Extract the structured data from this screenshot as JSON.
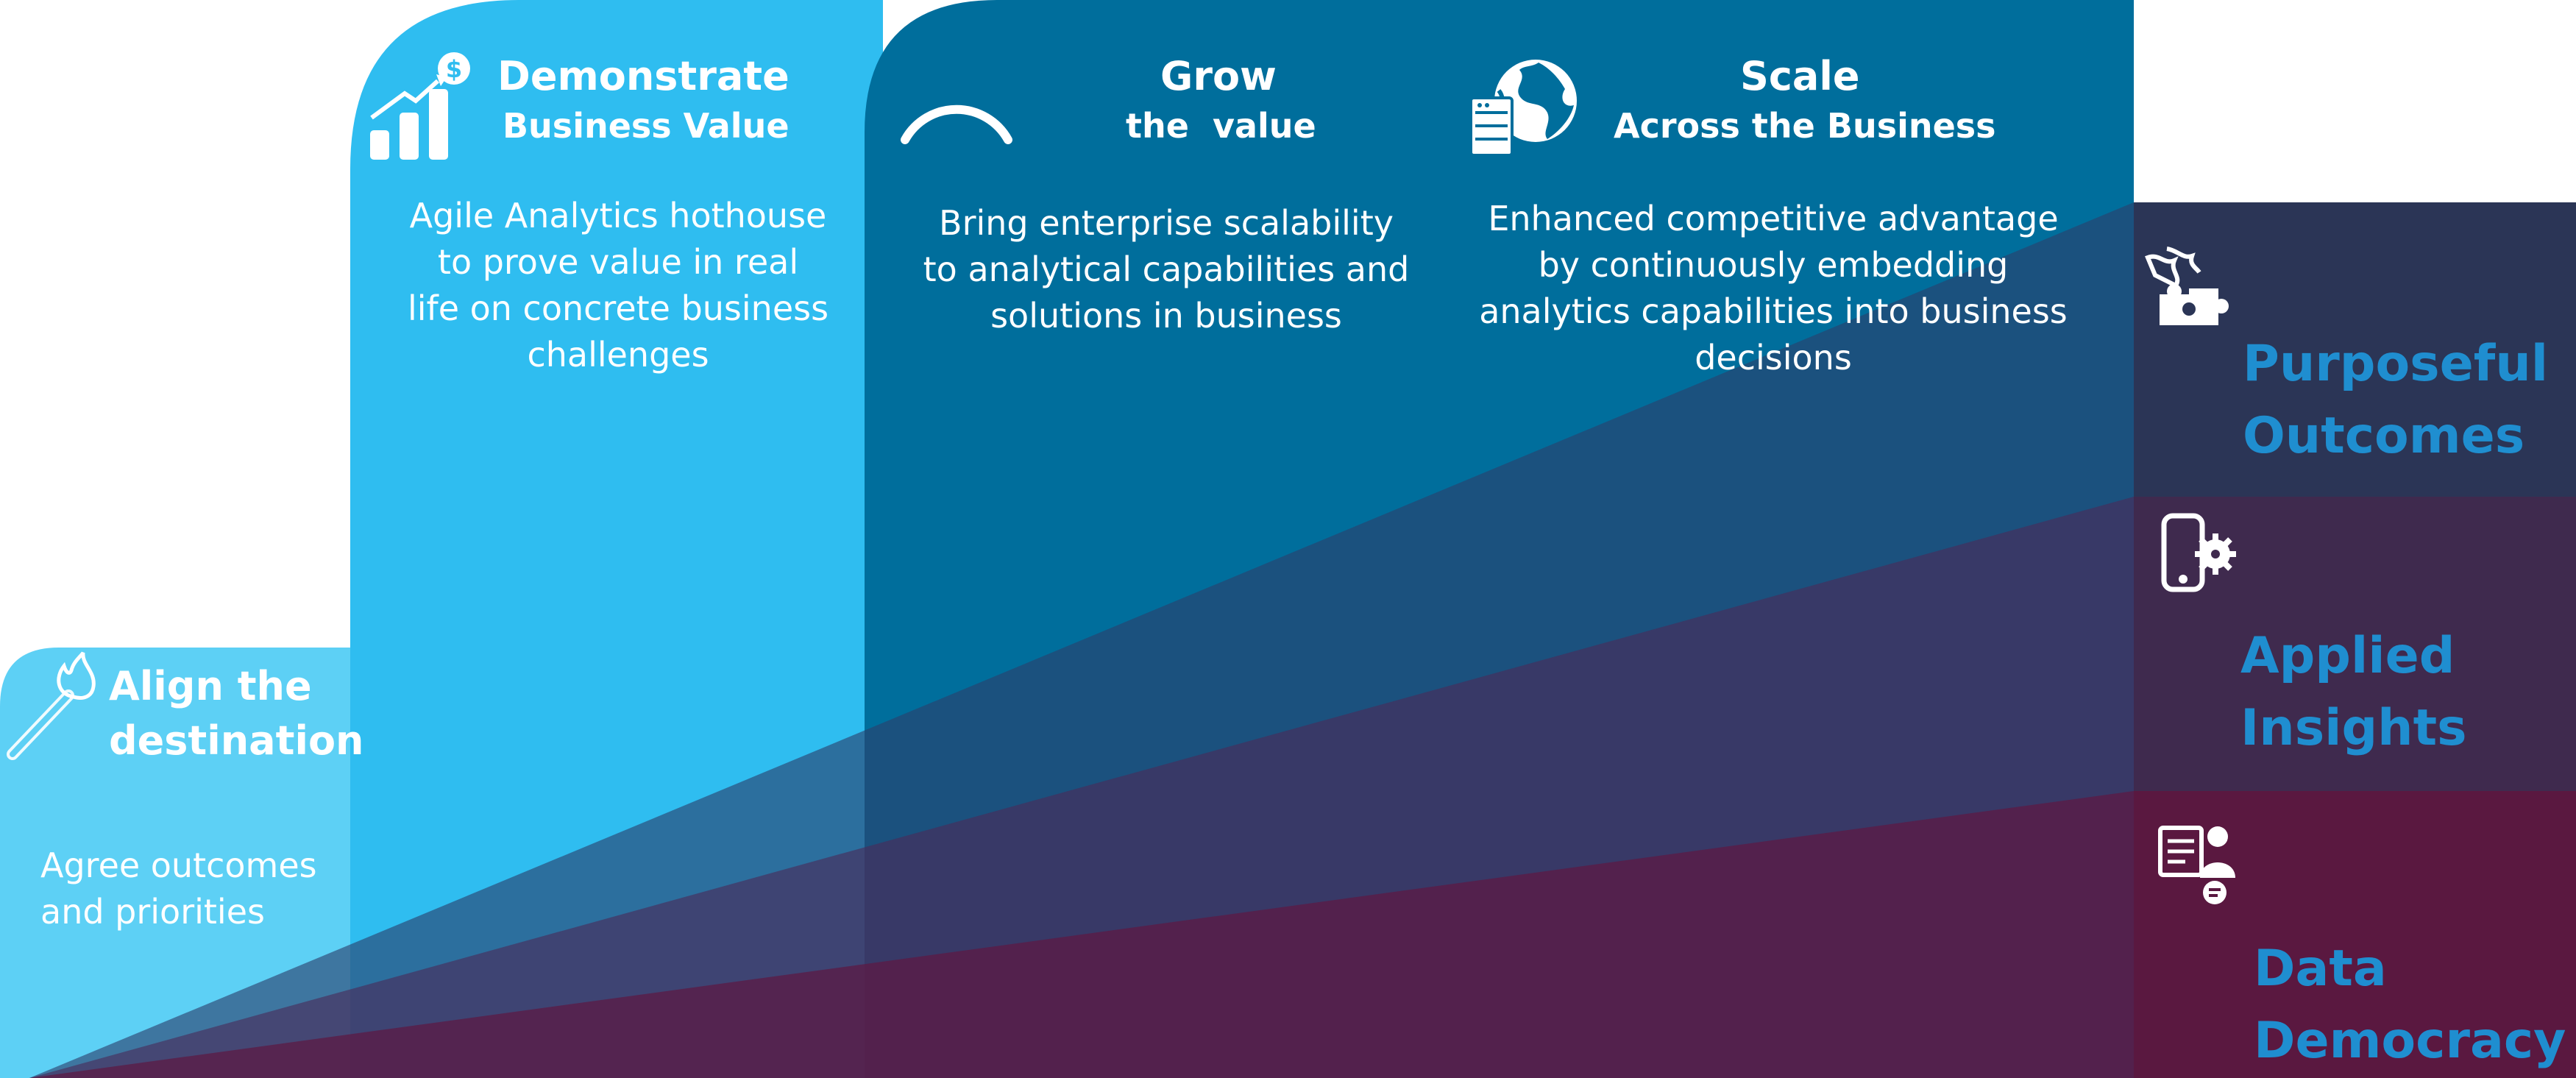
{
  "stages": [
    {
      "title": "Align the",
      "title2": "destination",
      "description": "Agree outcomes\nand priorities",
      "icon": "matchstick-icon",
      "color": "#5dd0f5"
    },
    {
      "title": "Demonstrate",
      "subtitle": "Business Value",
      "description": "Agile Analytics hothouse\nto prove value in real\nlife on concrete business\nchallenges",
      "icon": "growth-chart-dollar-icon",
      "color": "#2fbdf0"
    },
    {
      "title": "Grow",
      "subtitle": "the  value",
      "description": "Bring enterprise scalability\nto analytical capabilities and\nsolutions in business",
      "icon": "progress-arc-icon",
      "color": "#0b6f99"
    },
    {
      "title": "Scale",
      "subtitle": "Across the Business",
      "description": "Enhanced competitive advantage\nby continuously embedding\nanalytics capabilities into business\ndecisions",
      "icon": "globe-server-icon",
      "color": "#006e9c"
    }
  ],
  "outcomes": [
    {
      "label": "Purposeful\nOutcomes",
      "icon": "puzzle-pieces-icon",
      "color": "#2b3556"
    },
    {
      "label": "Applied\nInsights",
      "icon": "phone-gear-icon",
      "color": "#3f2a4e"
    },
    {
      "label": "Data\nDemocracy",
      "icon": "person-document-icon",
      "color": "#5a1840"
    }
  ],
  "label_color": "#1f8ed0"
}
